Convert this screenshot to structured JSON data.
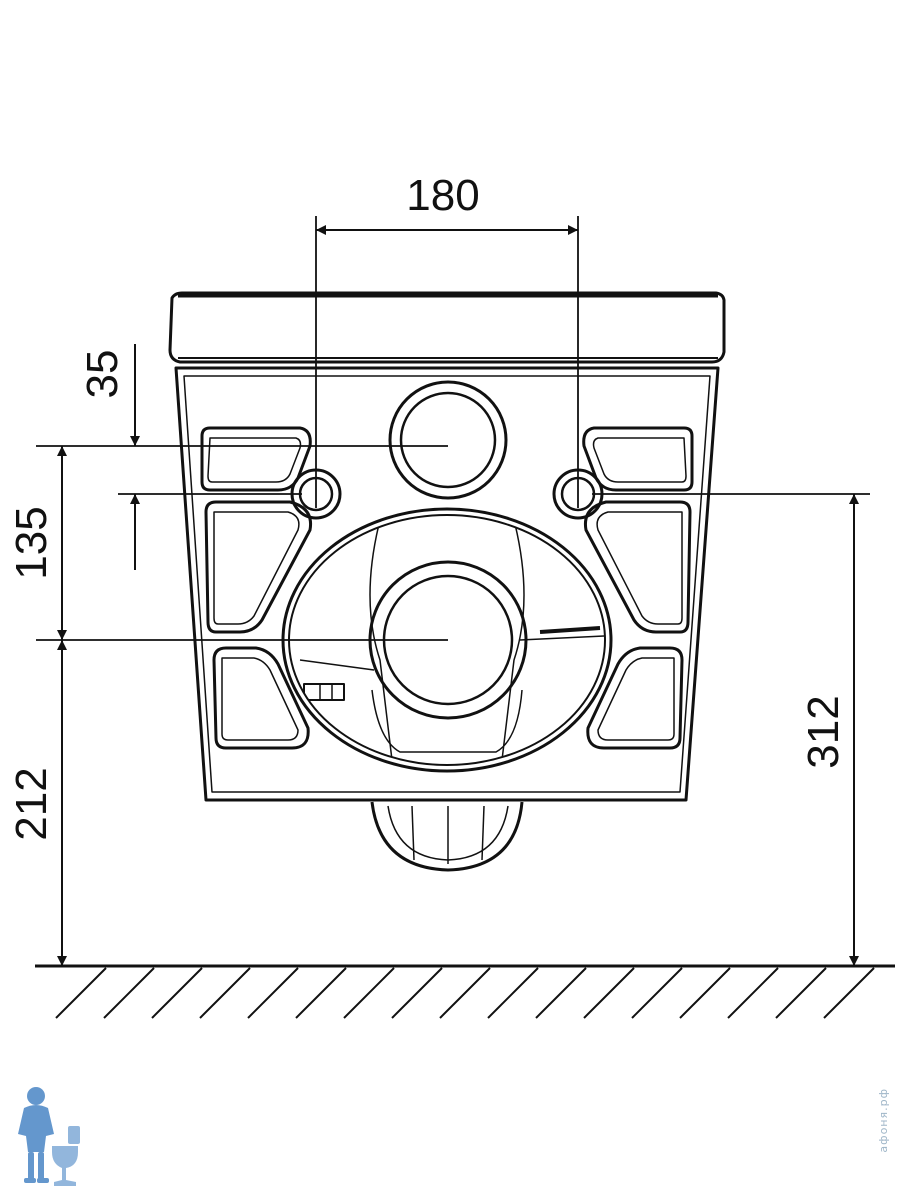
{
  "dimensions": {
    "top_width": "180",
    "upper_offset": "35",
    "pipe_spacing": "135",
    "pipe_height": "212",
    "total_height": "312"
  },
  "watermark": "афоня.рф",
  "colors": {
    "line": "#111111",
    "logo": "#4a86c5"
  },
  "icons": {
    "logo": "plumber-with-toilet-logo"
  }
}
